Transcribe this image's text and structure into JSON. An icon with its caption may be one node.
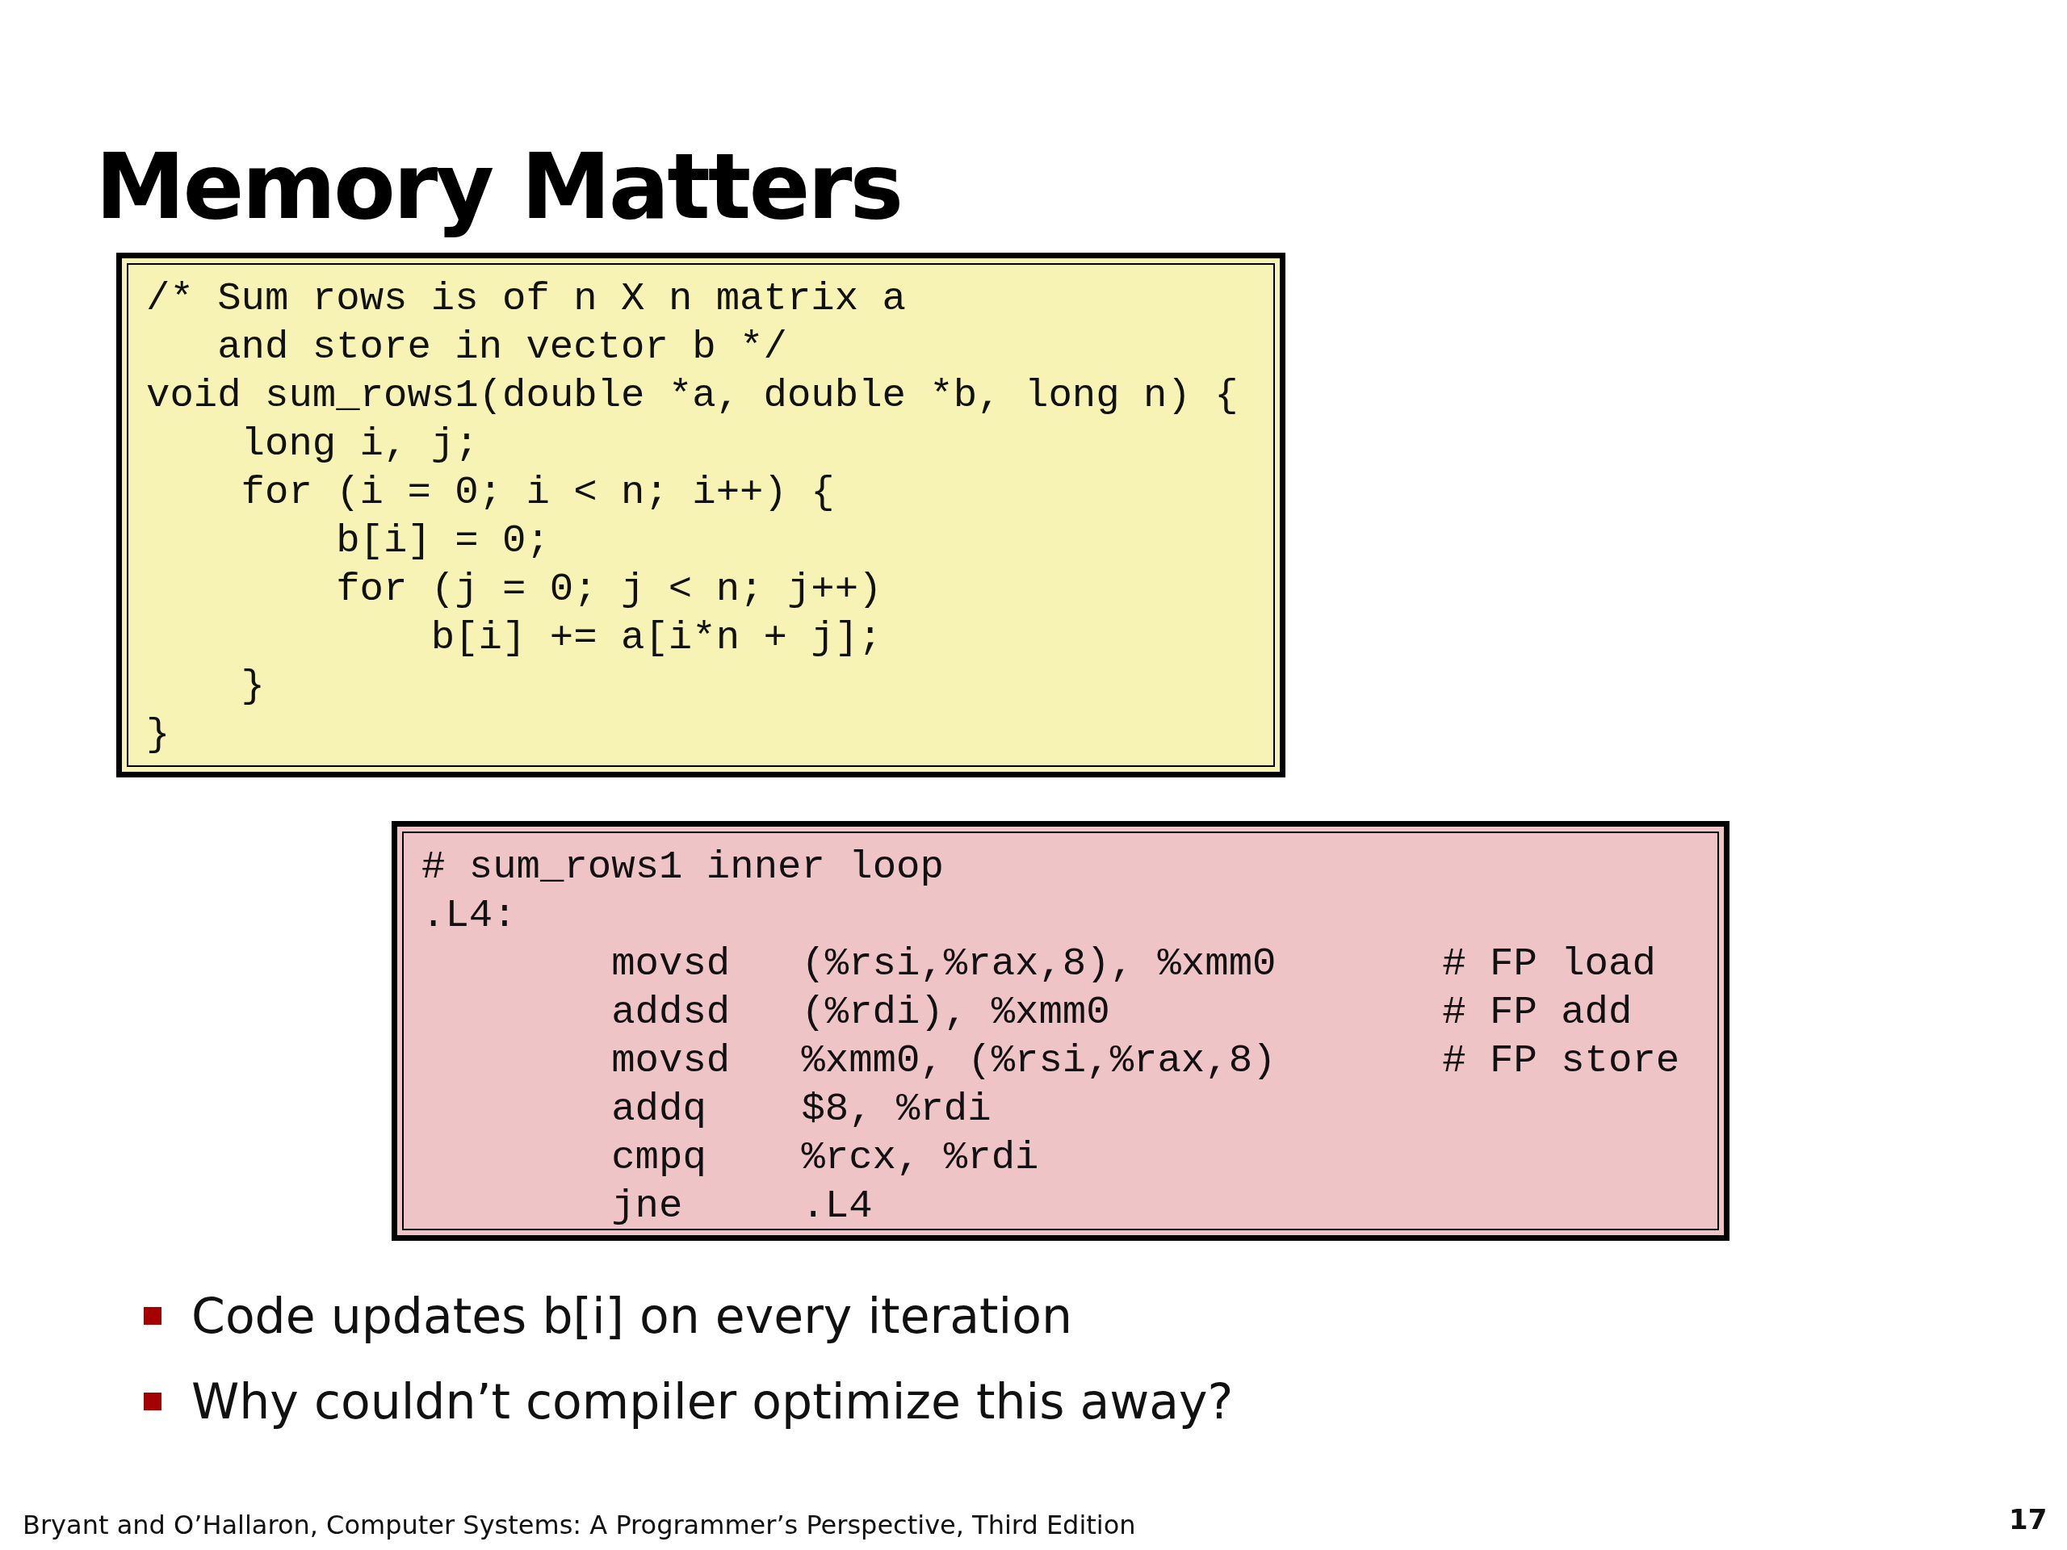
{
  "diagram": {
    "title": "Memory Matters",
    "nodes": [
      {
        "text": [
          "/* Sum rows is of n X n matrix a",
          "and store in vector b */",
          "void sum_rows1(double *a, double *b, long n) {",
          "long i, j;",
          "for (i = 0; i < n; i++) {",
          "b[i] = 0;",
          "for (j = 0; j < n; j++)",
          "b[i] += a[i*n + j];",
          "}",
          "}"
        ]
      },
      {
        "text": [
          "# sum_rows1 inner loop",
          ".L4:",
          "movsd",
          "(%rsi,%rax,8), %xmm0",
          "# FP load",
          "addsd",
          "(%rdi), %xmm0",
          "# FP add",
          "movsd",
          "%xmm0, (%rsi,%rax,8)",
          "# FP store",
          "addq",
          "$8, %rdi",
          "cmpq",
          "%rcx, %rdi",
          "jne",
          ".L4"
        ]
      }
    ],
    "labels": [
      "Code updates b[i] on every iteration",
      "Why couldn’t compiler optimize this away?",
      "Bryant and O’Hallaron, Computer Systems: A Programmer’s Perspective, Third Edition",
      "17"
    ]
  }
}
